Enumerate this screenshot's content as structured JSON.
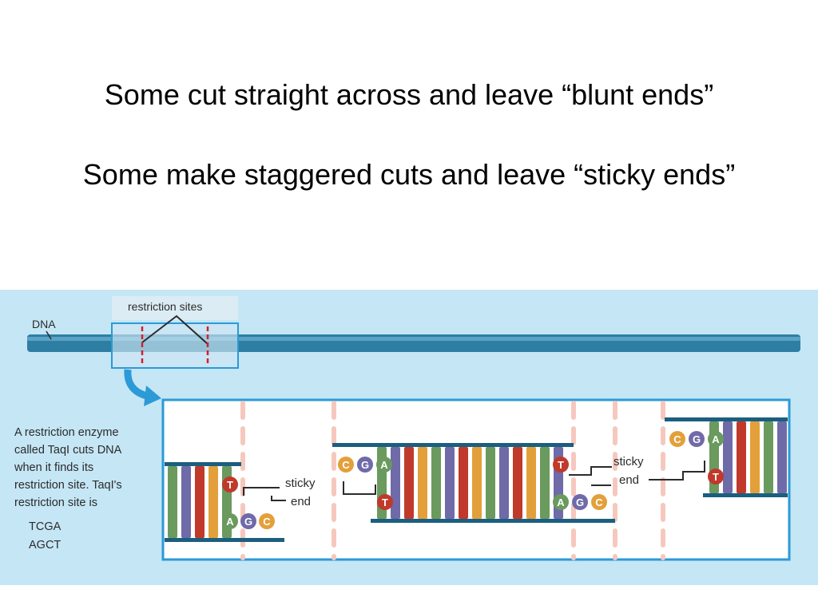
{
  "slide": {
    "title_line1": "Some cut straight across and leave “blunt ends”",
    "title_line2": "Some make staggered cuts and leave “sticky ends”"
  },
  "figure": {
    "background_color": "#c5e6f5",
    "labels": {
      "dna": "DNA",
      "restriction_sites": "restriction sites",
      "sticky_end_1_line1": "sticky",
      "sticky_end_1_line2": "end",
      "sticky_end_2_line1": "sticky",
      "sticky_end_2_line2": "end"
    },
    "caption_lines": [
      "A restriction enzyme",
      "called TaqI cuts DNA",
      "when it finds its",
      "restriction site. TaqI's",
      "restriction site is",
      "TCGA",
      "AGCT"
    ],
    "bases": {
      "left_fragment": {
        "top": "T",
        "bottom": [
          "A",
          "G",
          "C"
        ]
      },
      "middle_fragment": {
        "left_top": [
          "C",
          "G",
          "A"
        ],
        "left_bottom": "T",
        "right_top": "T",
        "right_bottom": [
          "A",
          "G",
          "C"
        ]
      },
      "right_fragment": {
        "top": [
          "C",
          "G",
          "A"
        ],
        "bottom": "T"
      }
    },
    "base_colors": {
      "A": "#6a9a5e",
      "T": "#c0392b",
      "C": "#e3a03a",
      "G": "#6f6aa8",
      "backbone": "#1c5e7f"
    }
  }
}
